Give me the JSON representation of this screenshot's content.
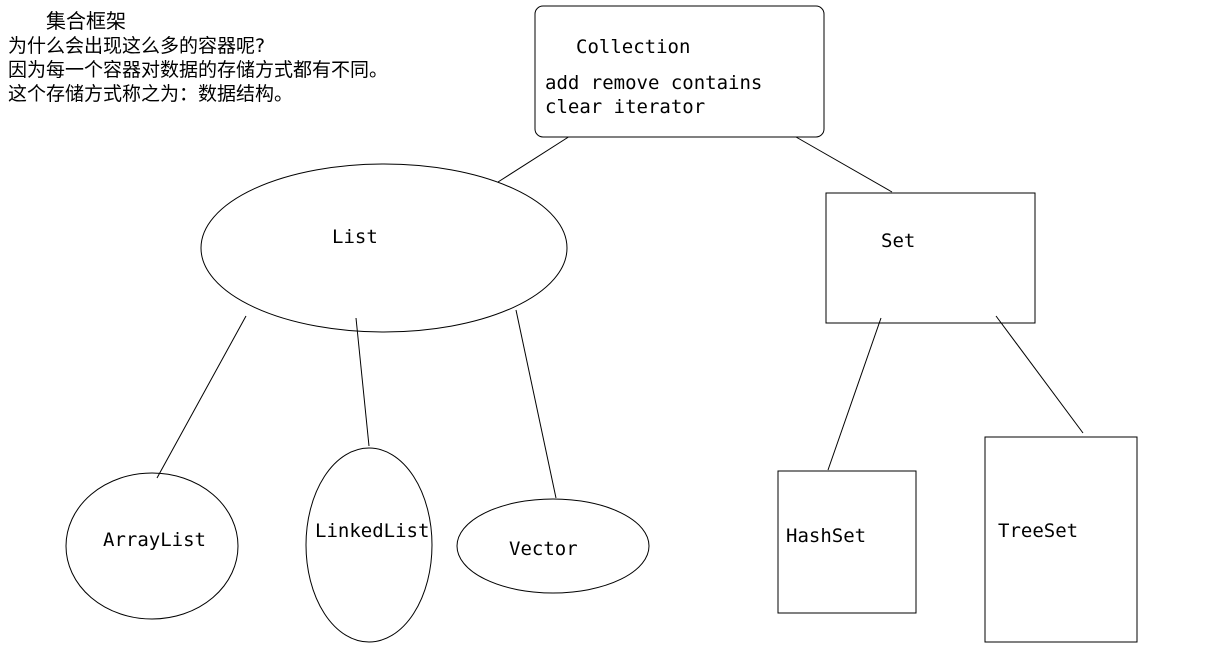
{
  "notes": {
    "title": "集合框架",
    "lines": [
      "为什么会出现这么多的容器呢?",
      "因为每一个容器对数据的存储方式都有不同。",
      "这个存储方式称之为：数据结构。"
    ]
  },
  "nodes": {
    "collection": {
      "label": "Collection",
      "methods_line1": "add remove contains",
      "methods_line2": "clear iterator"
    },
    "list": {
      "label": "List"
    },
    "set": {
      "label": "Set"
    },
    "arraylist": {
      "label": "ArrayList"
    },
    "linkedlist": {
      "label": "LinkedList"
    },
    "vector": {
      "label": "Vector"
    },
    "hashset": {
      "label": "HashSet"
    },
    "treeset": {
      "label": "TreeSet"
    }
  },
  "edges": [
    {
      "from": "collection",
      "to": "list"
    },
    {
      "from": "collection",
      "to": "set"
    },
    {
      "from": "list",
      "to": "arraylist"
    },
    {
      "from": "list",
      "to": "linkedlist"
    },
    {
      "from": "list",
      "to": "vector"
    },
    {
      "from": "set",
      "to": "hashset"
    },
    {
      "from": "set",
      "to": "treeset"
    }
  ],
  "colors": {
    "stroke": "#000000",
    "background": "#ffffff",
    "text": "#000000"
  }
}
